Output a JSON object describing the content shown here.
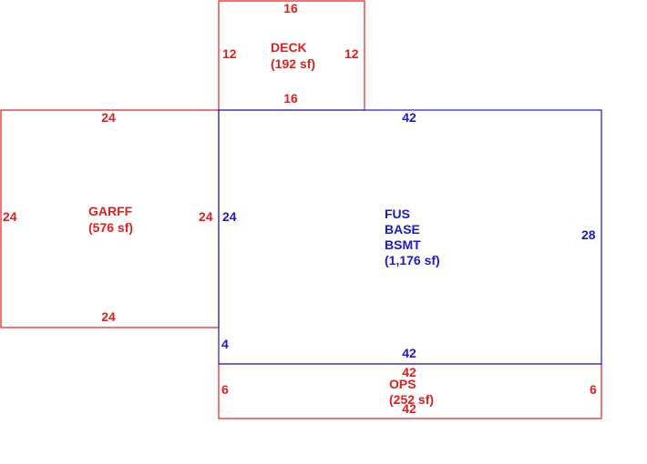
{
  "colors": {
    "red": "#e0201c",
    "blue": "#1a1ad0"
  },
  "deck": {
    "name": "DECK",
    "area": "(192 sf)",
    "top": "16",
    "bottom": "16",
    "left": "12",
    "right": "12"
  },
  "garage": {
    "name": "GARFF",
    "area": "(576 sf)",
    "top": "24",
    "bottom": "24",
    "left": "24",
    "right": "24"
  },
  "main": {
    "line1": "FUS",
    "line2": "BASE",
    "line3": "BSMT",
    "area": "(1,176 sf)",
    "top": "42",
    "bottom": "42",
    "left": "24",
    "right": "28",
    "lower_left": "4"
  },
  "ops": {
    "name": "OPS",
    "area": "(252 sf)",
    "top": "42",
    "bottom": "42",
    "left": "6",
    "right": "6"
  }
}
